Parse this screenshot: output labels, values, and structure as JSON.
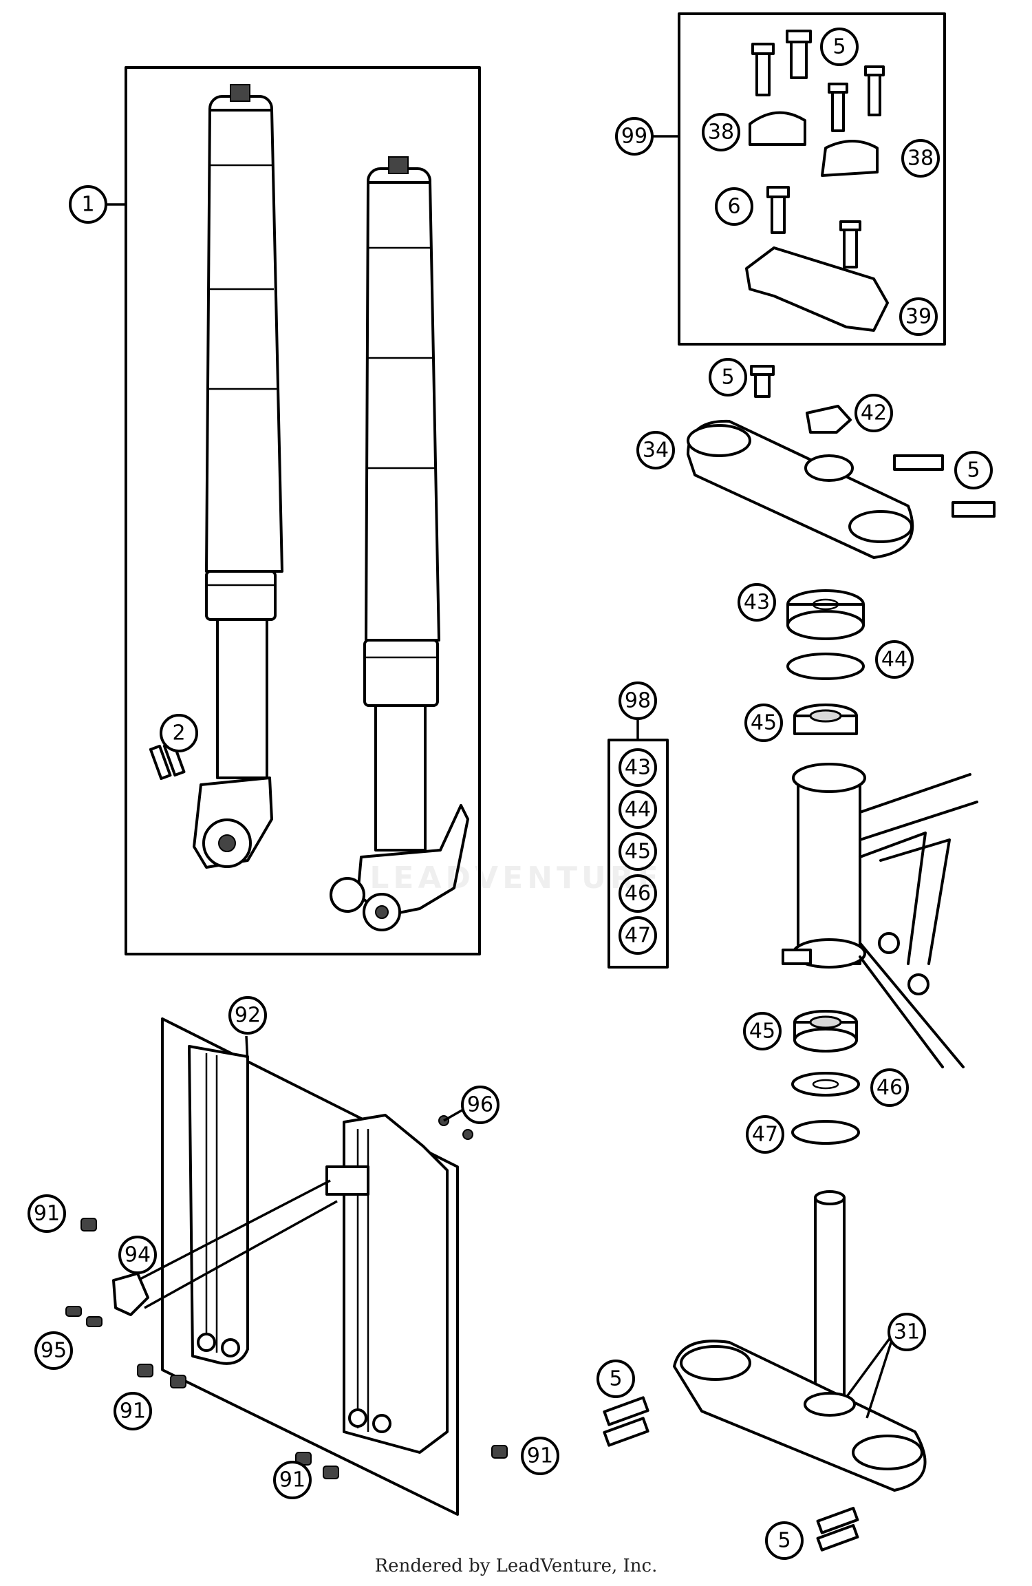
{
  "diagram": {
    "callouts": [
      {
        "id": "c1",
        "label": "1"
      },
      {
        "id": "c2",
        "label": "2"
      },
      {
        "id": "c99",
        "label": "99"
      },
      {
        "id": "c5a",
        "label": "5"
      },
      {
        "id": "c38a",
        "label": "38"
      },
      {
        "id": "c38b",
        "label": "38"
      },
      {
        "id": "c6",
        "label": "6"
      },
      {
        "id": "c39",
        "label": "39"
      },
      {
        "id": "c5b",
        "label": "5"
      },
      {
        "id": "c42",
        "label": "42"
      },
      {
        "id": "c34",
        "label": "34"
      },
      {
        "id": "c5c",
        "label": "5"
      },
      {
        "id": "c43",
        "label": "43"
      },
      {
        "id": "c44",
        "label": "44"
      },
      {
        "id": "c45a",
        "label": "45"
      },
      {
        "id": "c98",
        "label": "98"
      },
      {
        "id": "k43",
        "label": "43"
      },
      {
        "id": "k44",
        "label": "44"
      },
      {
        "id": "k45",
        "label": "45"
      },
      {
        "id": "k46",
        "label": "46"
      },
      {
        "id": "k47",
        "label": "47"
      },
      {
        "id": "c45b",
        "label": "45"
      },
      {
        "id": "c46",
        "label": "46"
      },
      {
        "id": "c47",
        "label": "47"
      },
      {
        "id": "c92",
        "label": "92"
      },
      {
        "id": "c96",
        "label": "96"
      },
      {
        "id": "c91a",
        "label": "91"
      },
      {
        "id": "c94",
        "label": "94"
      },
      {
        "id": "c95",
        "label": "95"
      },
      {
        "id": "c91b",
        "label": "91"
      },
      {
        "id": "c91c",
        "label": "91"
      },
      {
        "id": "c91d",
        "label": "91"
      },
      {
        "id": "c31",
        "label": "31"
      },
      {
        "id": "c5d",
        "label": "5"
      },
      {
        "id": "c5e",
        "label": "5"
      }
    ]
  },
  "footer": {
    "credit": "Rendered by LeadVenture, Inc."
  },
  "watermark": {
    "text": "LEADVENTURE"
  }
}
